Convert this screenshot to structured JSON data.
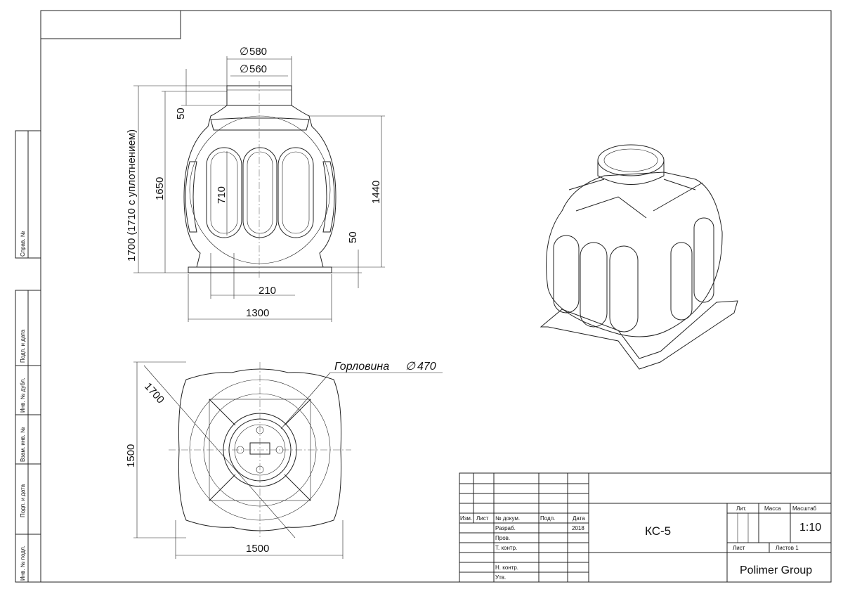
{
  "side_stamps": [
    "Справ. №",
    "Подп. и дата",
    "Инв. № дубл.",
    "Взам. инв. №",
    "Подп. и дата",
    "Инв. № подл."
  ],
  "dimensions": {
    "d580": "580",
    "d560": "560",
    "h50_top": "50",
    "h1650": "1650",
    "h1700": "1700 (1710 с уплотнением)",
    "h710": "710",
    "h1440": "1440",
    "h50_bottom": "50",
    "w210": "210",
    "w1300": "1300",
    "diag1700": "1700",
    "h1500": "1500",
    "w1500": "1500",
    "neck_label": "Горловина",
    "neck_d": "470",
    "diameter_symbol": "∅"
  },
  "title_block": {
    "headers": [
      "Изм.",
      "Лист",
      "№ докум.",
      "Подп.",
      "Дата"
    ],
    "roles": [
      "Разраб.",
      "Пров.",
      "Т. контр.",
      "",
      "Н. контр.",
      "Утв."
    ],
    "date": "2018",
    "designation": "КС-5",
    "lit_label": "Лит.",
    "mass_label": "Масса",
    "scale_label": "Масштаб",
    "scale": "1:10",
    "sheet_label": "Лист",
    "sheets_label": "Листов 1",
    "company": "Polimer Group"
  }
}
